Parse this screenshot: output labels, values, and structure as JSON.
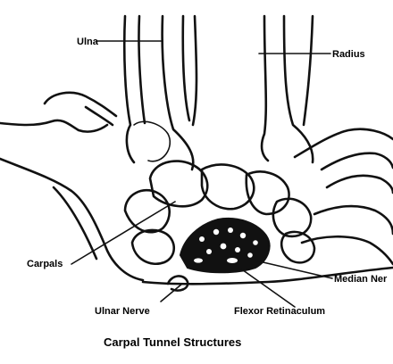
{
  "labels": {
    "ulna": "Ulna",
    "radius": "Radius",
    "carpals": "Carpals",
    "median_nerve": "Median Ner",
    "ulnar_nerve": "Ulnar Nerve",
    "flexor_retinaculum": "Flexor Retinaculum"
  },
  "caption": "Carpal Tunnel Structures"
}
